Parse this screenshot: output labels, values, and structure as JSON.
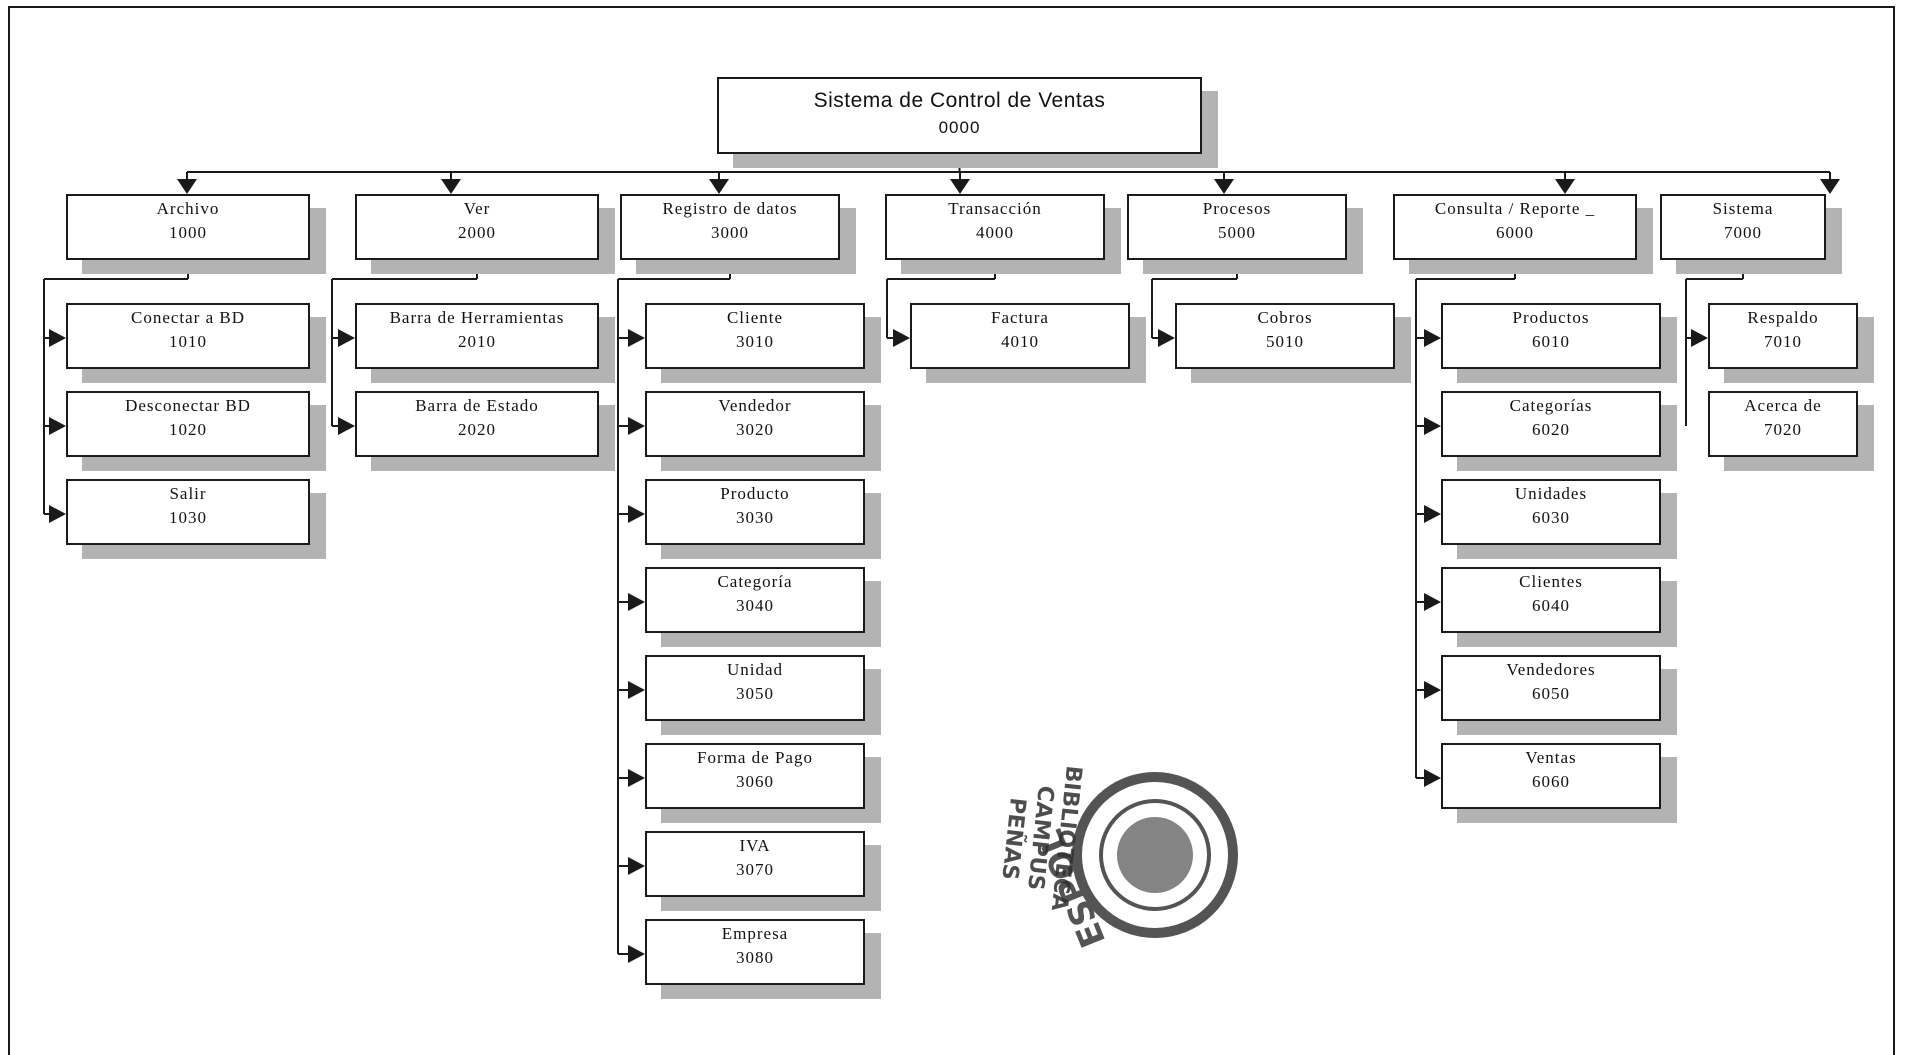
{
  "root": {
    "title": "Sistema de Control de Ventas",
    "code": "0000"
  },
  "menus": [
    {
      "label": "Archivo",
      "code": "1000",
      "items": [
        {
          "label": "Conectar a BD",
          "code": "1010"
        },
        {
          "label": "Desconectar BD",
          "code": "1020"
        },
        {
          "label": "Salir",
          "code": "1030"
        }
      ]
    },
    {
      "label": "Ver",
      "code": "2000",
      "items": [
        {
          "label": "Barra de Herramientas",
          "code": "2010"
        },
        {
          "label": "Barra de Estado",
          "code": "2020"
        }
      ]
    },
    {
      "label": "Registro de datos",
      "code": "3000",
      "items": [
        {
          "label": "Cliente",
          "code": "3010"
        },
        {
          "label": "Vendedor",
          "code": "3020"
        },
        {
          "label": "Producto",
          "code": "3030"
        },
        {
          "label": "Categoría",
          "code": "3040"
        },
        {
          "label": "Unidad",
          "code": "3050"
        },
        {
          "label": "Forma de Pago",
          "code": "3060"
        },
        {
          "label": "IVA",
          "code": "3070"
        },
        {
          "label": "Empresa",
          "code": "3080"
        }
      ]
    },
    {
      "label": "Transacción",
      "code": "4000",
      "items": [
        {
          "label": "Factura",
          "code": "4010"
        }
      ]
    },
    {
      "label": "Procesos",
      "code": "5000",
      "items": [
        {
          "label": "Cobros",
          "code": "5010"
        }
      ]
    },
    {
      "label": "Consulta / Reporte _",
      "code": "6000",
      "items": [
        {
          "label": "Productos",
          "code": "6010"
        },
        {
          "label": "Categorías",
          "code": "6020"
        },
        {
          "label": "Unidades",
          "code": "6030"
        },
        {
          "label": "Clientes",
          "code": "6040"
        },
        {
          "label": "Vendedores",
          "code": "6050"
        },
        {
          "label": "Ventas",
          "code": "6060"
        }
      ]
    },
    {
      "label": "Sistema",
      "code": "7000",
      "items": [
        {
          "label": "Respaldo",
          "code": "7010"
        },
        {
          "label": "Acerca de",
          "code": "7020"
        }
      ]
    }
  ],
  "stamp": {
    "lines": [
      "BIBLIOTECA",
      "CAMPUS",
      "PEÑAS"
    ],
    "seal_text": "ESPOL",
    "color": "#2f2f2f"
  },
  "colors": {
    "line": "#1a1a1a",
    "shadow": "#b3b3b3"
  }
}
